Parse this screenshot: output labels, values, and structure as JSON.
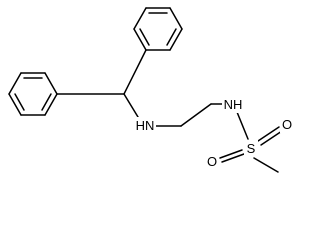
{
  "molecule": {
    "atoms": {
      "amine_nh": "HN",
      "sulfonamide_nh": "NH",
      "sulfur": "S",
      "oxygen_top": "O",
      "oxygen_bottom": "O"
    }
  },
  "colors": {
    "bond": "#000000",
    "background": "#ffffff"
  }
}
